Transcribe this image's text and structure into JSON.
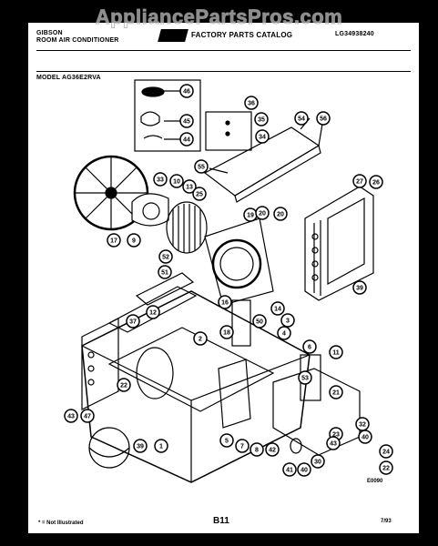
{
  "watermark": "AppliancePartsPros.com",
  "header": {
    "brand": "GIBSON",
    "product": "ROOM AIR CONDITIONER",
    "catalog": "FACTORY PARTS CATALOG",
    "catalog_no": "LG34938240",
    "model": "MODEL AG36E2RVA"
  },
  "callouts": [
    "46",
    "45",
    "44",
    "36",
    "35",
    "34",
    "54",
    "56",
    "55",
    "33",
    "10",
    "13",
    "25",
    "27",
    "26",
    "17",
    "9",
    "19",
    "20",
    "20",
    "52",
    "51",
    "39",
    "37",
    "12",
    "16",
    "14",
    "50",
    "3",
    "2",
    "18",
    "4",
    "6",
    "53",
    "11",
    "21",
    "43",
    "47",
    "22",
    "23",
    "32",
    "40",
    "39",
    "1",
    "5",
    "7",
    "8",
    "42",
    "41",
    "40",
    "30",
    "43",
    "24",
    "22"
  ],
  "footer": {
    "note": "* = Not Illustrated",
    "page": "B11",
    "date": "7/93",
    "code": "E0090"
  }
}
